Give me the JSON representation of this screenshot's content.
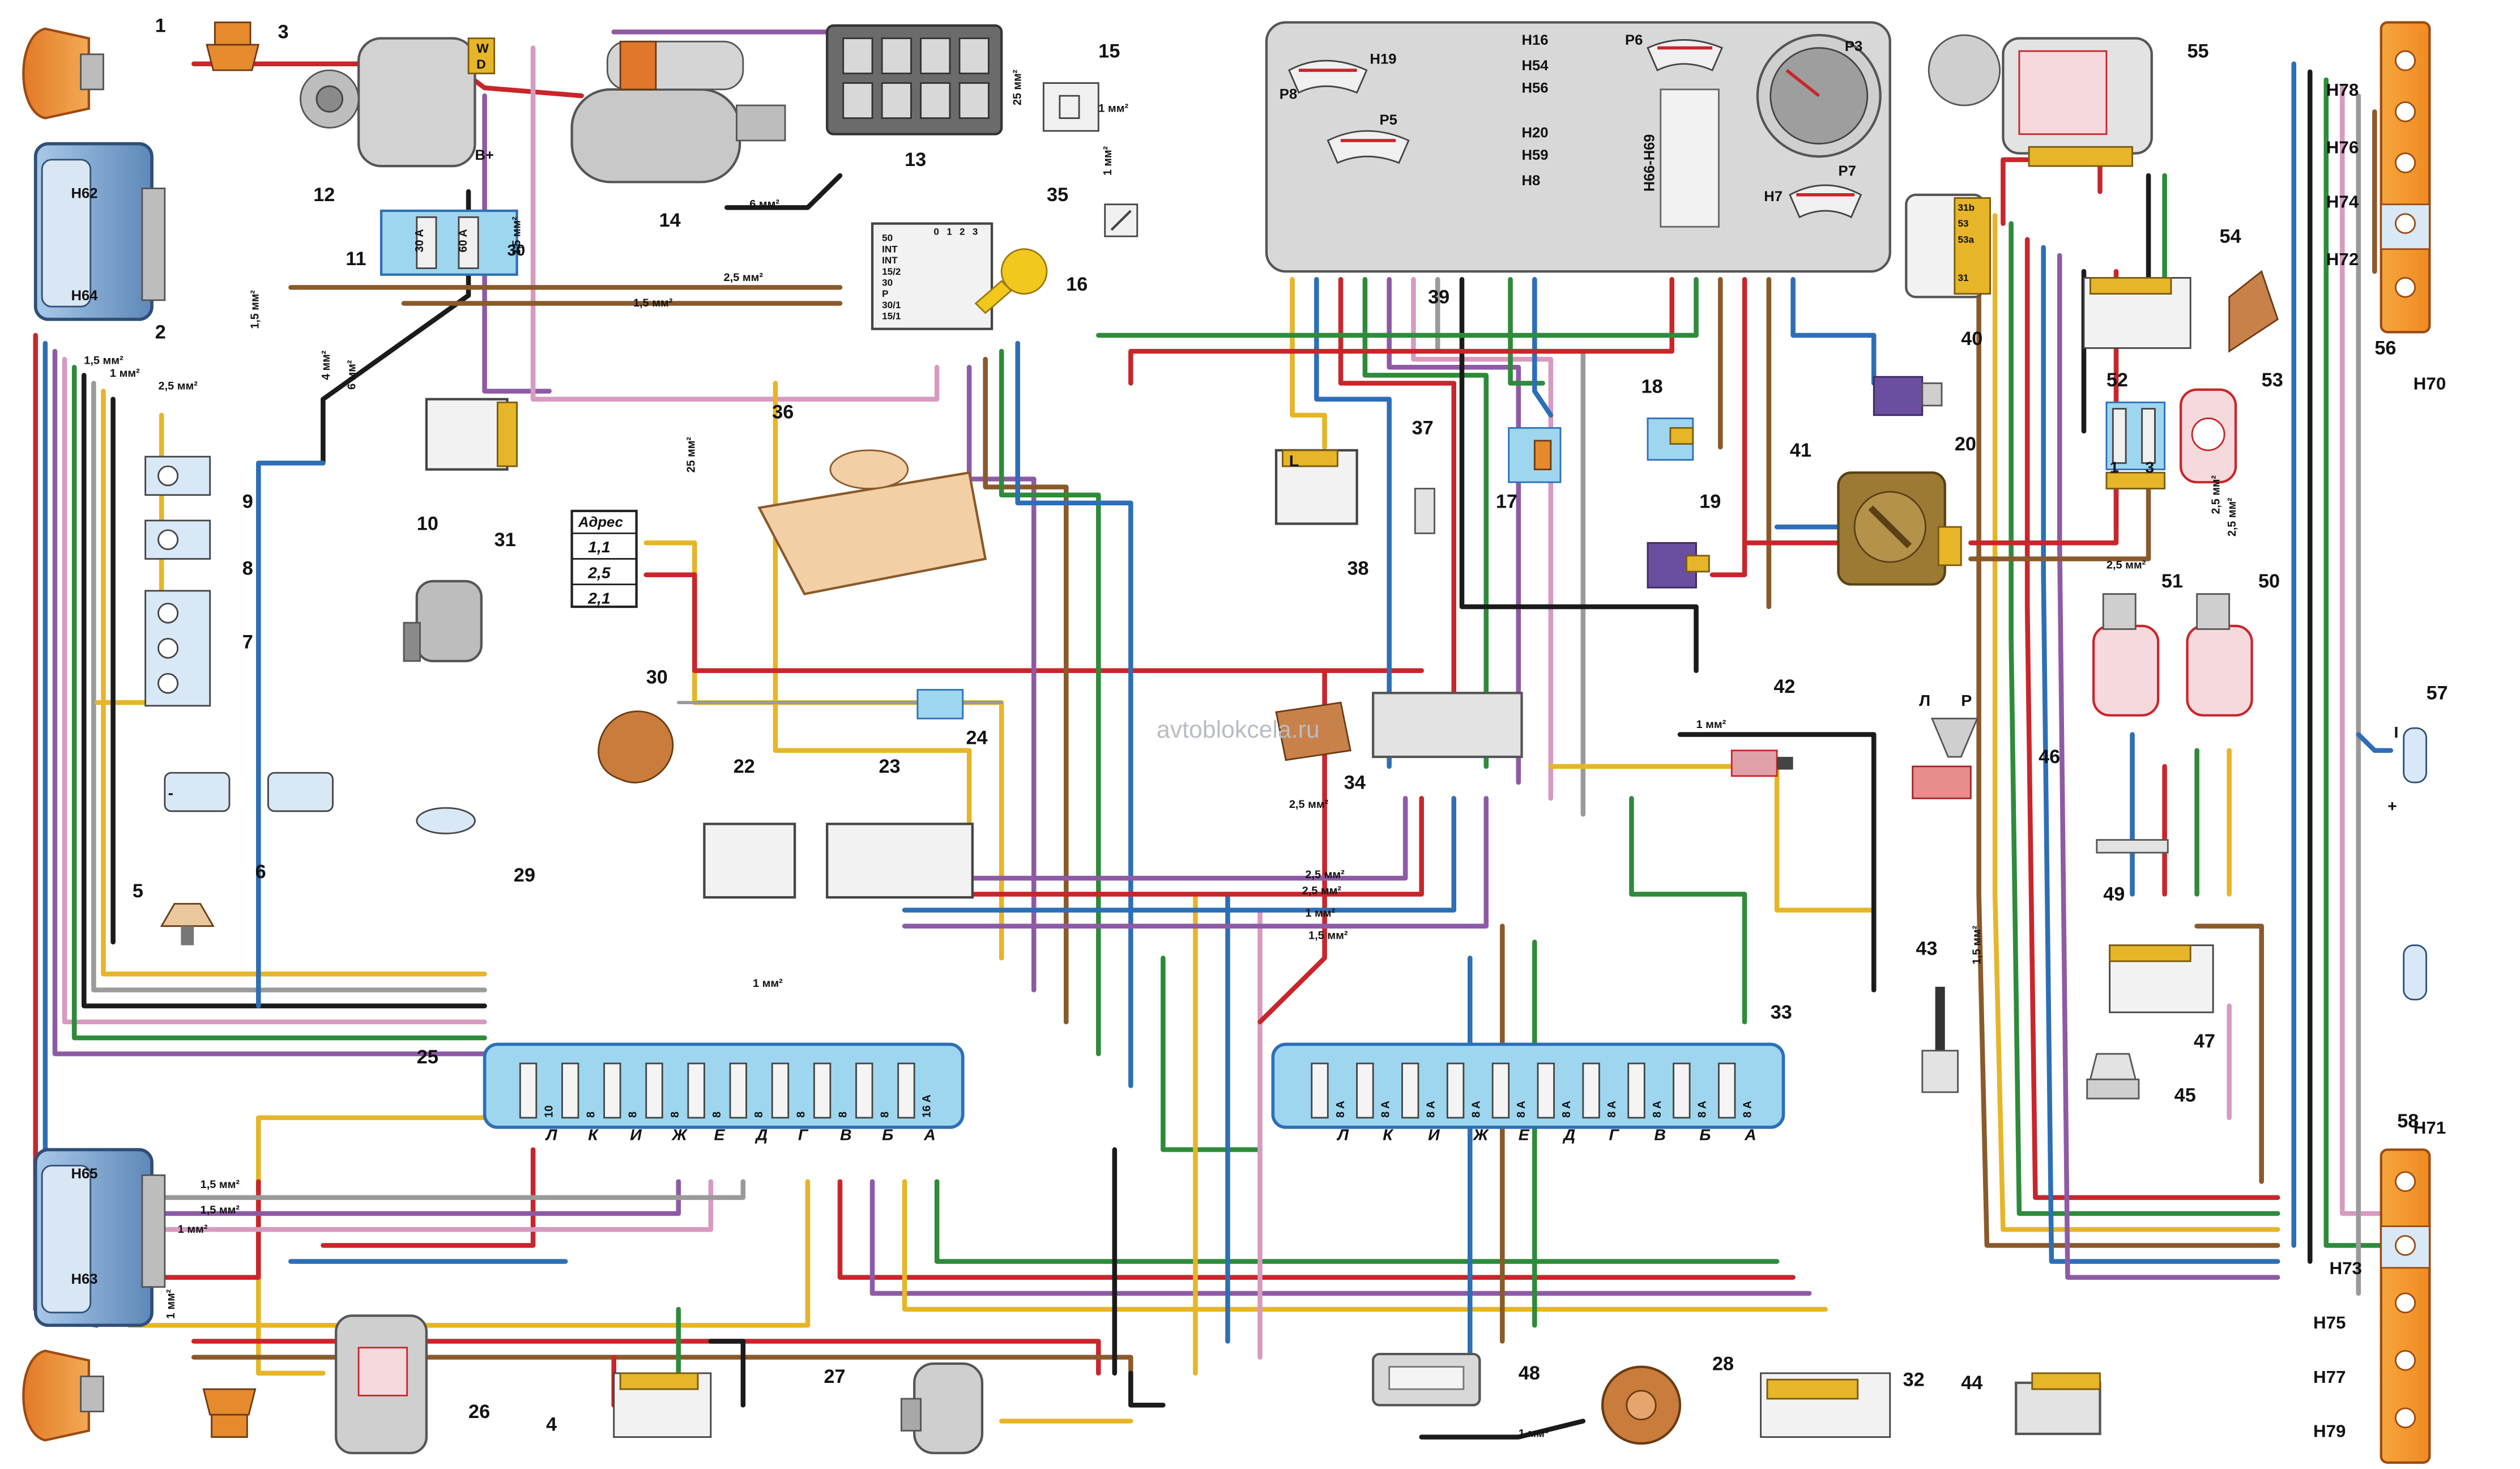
{
  "watermark": "avtoblokcela.ru",
  "address_table": {
    "header": "Адрес",
    "rows": [
      "1,1",
      "2,5",
      "2,1"
    ]
  },
  "component_numbers": [
    "1",
    "2",
    "3",
    "4",
    "5",
    "6",
    "7",
    "8",
    "9",
    "10",
    "11",
    "12",
    "13",
    "14",
    "15",
    "16",
    "17",
    "18",
    "19",
    "20",
    "22",
    "23",
    "24",
    "25",
    "26",
    "27",
    "28",
    "29",
    "30",
    "31",
    "32",
    "33",
    "34",
    "35",
    "36",
    "37",
    "38",
    "39",
    "40",
    "41",
    "42",
    "43",
    "44",
    "45",
    "46",
    "47",
    "48",
    "49",
    "50",
    "51",
    "52",
    "53",
    "54",
    "55",
    "56",
    "57",
    "58"
  ],
  "lamp_labels": {
    "left_headlights": [
      "H62",
      "H64",
      "H65",
      "H63"
    ],
    "right_side_lamps": [
      "H78",
      "H76",
      "H74",
      "H72",
      "H70",
      "H71",
      "H73",
      "H75",
      "H77",
      "H79"
    ],
    "instrument_cluster": [
      "H19",
      "H16",
      "H54",
      "H56",
      "H20",
      "H59",
      "H8",
      "H66-H69",
      "H7"
    ],
    "gauges": [
      "P8",
      "P5",
      "P6",
      "P3",
      "P7"
    ]
  },
  "fuse_blocks": {
    "block_25_contacts": [
      "Л",
      "К",
      "И",
      "Ж",
      "Е",
      "Д",
      "Г",
      "В",
      "Б",
      "А"
    ],
    "block_25_ratings": [
      "10",
      "8",
      "8",
      "8",
      "8",
      "8",
      "8",
      "8",
      "8",
      "16 A"
    ],
    "block_33_contacts": [
      "Л",
      "К",
      "И",
      "Ж",
      "Е",
      "Д",
      "Г",
      "В",
      "Б",
      "А"
    ],
    "block_33_ratings": [
      "8 A",
      "8 A",
      "8 A",
      "8 A",
      "8 A",
      "8 A",
      "8 A",
      "8 A",
      "8 A",
      "8 A"
    ],
    "block_11_ratings": [
      "30 A",
      "60 A"
    ]
  },
  "ignition_switch_terminals": [
    "50",
    "INT",
    "INT",
    "15/2",
    "30",
    "P",
    "30/1",
    "15/1"
  ],
  "ignition_switch_positions": [
    "0",
    "1",
    "2",
    "3"
  ],
  "wire_sections": [
    "1,5 мм²",
    "1,5 мм²",
    "1 мм²",
    "2,5 мм²",
    "4 мм²",
    "6 мм²",
    "6 мм²",
    "2,5 мм²",
    "2,5 мм²",
    "1,5 мм²",
    "25 мм²",
    "25 мм²",
    "1 мм²",
    "1 мм²",
    "1 мм²",
    "2,5 мм²",
    "2,5 мм²",
    "2,5 мм²",
    "1 мм²",
    "1,5 мм²",
    "1,5 мм²",
    "1,5 мм²",
    "1 мм²",
    "1 мм²",
    "1 мм²",
    "1,5 мм²",
    "2,5 мм²",
    "2,5 мм²",
    "2,5 мм²",
    "1 мм²"
  ],
  "terminal_marks": [
    "W",
    "D",
    "B+",
    "30",
    "31b",
    "53",
    "53a",
    "31",
    "L",
    "1",
    "3",
    "Л",
    "Р",
    "+",
    "-",
    "I"
  ],
  "colors": {
    "red": "#c8262b",
    "dark_red": "#8e1c22",
    "green": "#2e8b3a",
    "blue": "#2d6fb6",
    "yellow": "#e6b528",
    "brown": "#8a5a2b",
    "violet": "#8e5aa6",
    "pink": "#d79ac0",
    "grey": "#9a9a9a",
    "black": "#1b1b1b",
    "orange": "#e68a2e",
    "panel_grey": "#d8d8d8",
    "fuse_blue": "#9ed6f0"
  }
}
